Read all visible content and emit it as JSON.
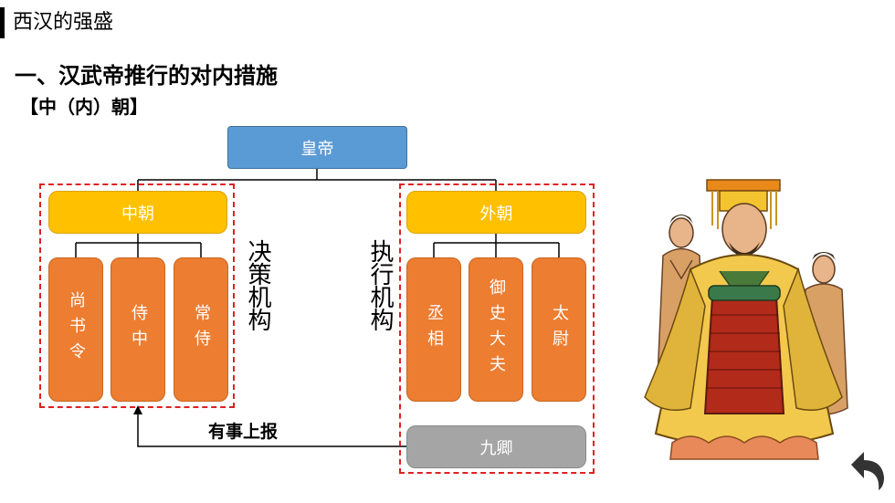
{
  "header": {
    "breadcrumb": "西汉的强盛",
    "section_title": "一、汉武帝推行的对内措施",
    "sub_title": "【中（内）朝】"
  },
  "diagram": {
    "emperor": "皇帝",
    "inner_court": "中朝",
    "outer_court": "外朝",
    "inner_officials": [
      "尚书令",
      "侍中",
      "常侍"
    ],
    "outer_officials": [
      "丞相",
      "御史大夫",
      "太尉"
    ],
    "nine_ministers": "九卿",
    "inner_role": "决策机构",
    "outer_role": "执行机构",
    "report_label": "有事上报"
  },
  "colors": {
    "emperor": "#5b9bd5",
    "court": "#ffc000",
    "official": "#ed7d31",
    "nine_ministers": "#a5a5a5",
    "dashed_border": "#e02020"
  },
  "icons": {
    "back": "back-arrow-icon",
    "illustration": "emperor-illustration"
  }
}
